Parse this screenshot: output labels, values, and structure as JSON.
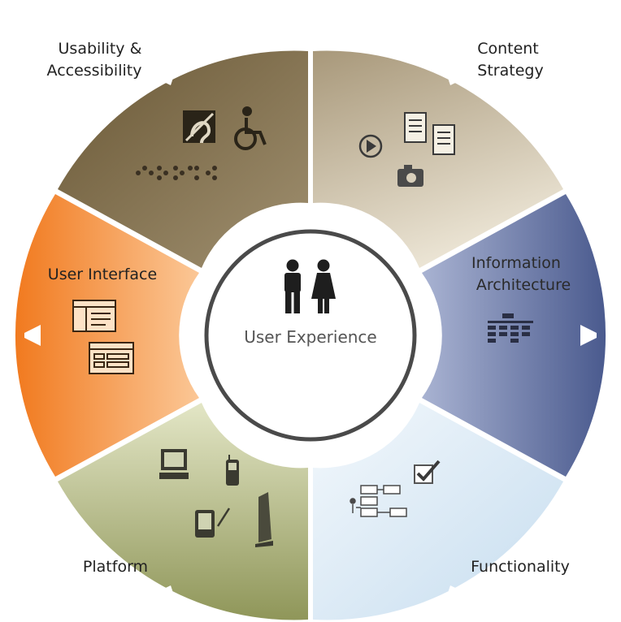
{
  "center": {
    "label": "User Experience",
    "icon": "people-icon"
  },
  "segments": [
    {
      "id": "usability",
      "label_lines": [
        "Usability &",
        "Accessibility"
      ],
      "color": "#7d6a45",
      "icons": [
        "hearing-assist-icon",
        "wheelchair-icon",
        "braille-icon"
      ]
    },
    {
      "id": "content",
      "label_lines": [
        "Content",
        "Strategy"
      ],
      "color": "#b8aa8c",
      "icons": [
        "play-icon",
        "document-icon",
        "camera-icon"
      ]
    },
    {
      "id": "ia",
      "label_lines": [
        "Information",
        "Architecture"
      ],
      "color": "#5f6f9e",
      "icons": [
        "sitemap-icon"
      ]
    },
    {
      "id": "functionality",
      "label_lines": [
        "Functionality"
      ],
      "color": "#d5e5f1",
      "icons": [
        "checkbox-icon",
        "flowchart-icon"
      ]
    },
    {
      "id": "platform",
      "label_lines": [
        "Platform"
      ],
      "color": "#a7ad77",
      "icons": [
        "computer-icon",
        "mobile-phone-icon",
        "pda-icon",
        "kiosk-icon"
      ]
    },
    {
      "id": "ui",
      "label_lines": [
        "User Interface"
      ],
      "color": "#f08a3a",
      "icons": [
        "layout-icon",
        "form-icon"
      ]
    }
  ]
}
